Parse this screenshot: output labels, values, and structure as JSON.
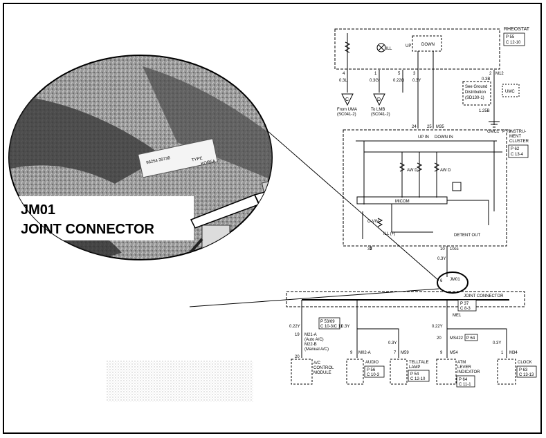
{
  "callout": {
    "line1": "JM01",
    "line2": "JOINT CONNECTOR"
  },
  "photo_label": {
    "line1": "96254 39738",
    "line2": "TYPE",
    "line3": "KOREA"
  },
  "rheostat": {
    "label": "RHEOSTAT",
    "ref1": "P 55",
    "ref2": "C 12-10",
    "ill": "ILL",
    "up": "UP",
    "down": "DOWN"
  },
  "pins": [
    "4",
    "1",
    "5",
    "3",
    "2"
  ],
  "wires": [
    "0.3L",
    "0.3Gr",
    "0.22G",
    "0.3Y",
    "M12"
  ],
  "conn_c": {
    "symbol": "C",
    "line1": "From UMA",
    "line2": "(SC041-2)"
  },
  "conn_d": {
    "symbol": "D",
    "line1": "To LMB",
    "line2": "(SC041-2)"
  },
  "ground_dist": {
    "wire": "0.3B",
    "line1": "See Ground",
    "line2": "Distribution",
    "line3": "(SD130-1)",
    "tag": "UMC",
    "bottom_wire": "1.25B",
    "ground": "GMC1",
    "ground_ref": "P 79"
  },
  "cluster": {
    "label1": "INSTRU-",
    "label2": "MENT",
    "label3": "CLUSTER",
    "ref1": "P 62",
    "ref2": "C 13-4",
    "pin_up": "24",
    "pin_down": "25",
    "wire_down": "M35",
    "up_in": "UP IN",
    "down_in": "DOWN IN",
    "aw_d1": "AW D",
    "aw_d2": "AW D",
    "micom": "MICOM",
    "ovw": "O-VW",
    "ill": "ILL (+)",
    "detent": "DETENT OUT",
    "pin_left": "32",
    "pin_right": "10",
    "wire_right": "10cs"
  },
  "joint": {
    "wire_in": "0.3Y",
    "pin": "6",
    "name": "JM01",
    "label": "JOINT CONNECTOR",
    "ref1": "P 37",
    "ref2": "C 8-3",
    "sub": "ME1"
  },
  "branches": [
    {
      "wire": "0.22Y",
      "pin": "19",
      "circuit": "M21-A",
      "note1": "(Auto A/C)",
      "circuit2": "M22-B",
      "note2": "(Manual A/C)",
      "pin2": "20",
      "ref1": "P 53/69",
      "ref2": "C 10-3/C 11",
      "module1": "A/C",
      "module2": "CONTROL",
      "module3": "MODULE"
    },
    {
      "wire": "0.3Y",
      "pin": "9",
      "circuit": "M02-A",
      "module1": "AUDIO",
      "ref1": "P 56",
      "ref2": "C 10-3"
    },
    {
      "wire": "0.3Y",
      "pin": "7",
      "circuit": "M59",
      "module1": "TELLTALE",
      "module2": "LAMP",
      "ref1": "P 54",
      "ref2": "C 12-10"
    },
    {
      "wire": "0.22Y",
      "pin": "20",
      "circuit": "M54",
      "circuit_alt": "MS422",
      "ref_alt": "P 64",
      "pin2": "9",
      "module1": "ATM",
      "module2": "LEVER",
      "module3": "INDICATOR",
      "ref1": "P 64",
      "ref2": "C 11-1"
    },
    {
      "wire": "0.3Y",
      "pin": "1",
      "circuit": "M34",
      "module1": "CLOCK",
      "ref1": "P 63",
      "ref2": "C 13-13"
    }
  ]
}
